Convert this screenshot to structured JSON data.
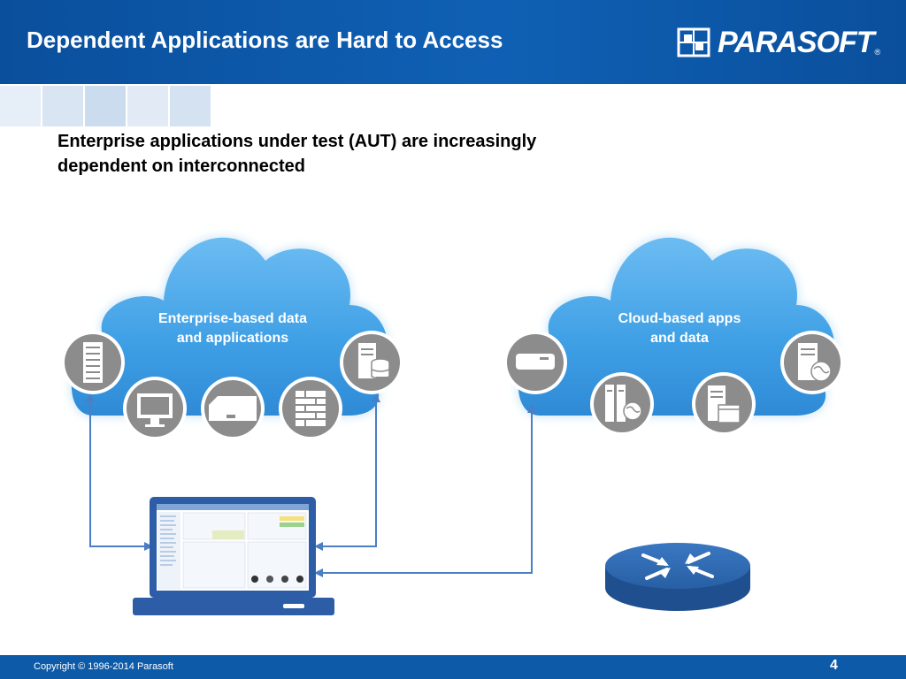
{
  "header": {
    "title": "Dependent Applications are Hard to Access"
  },
  "logo": {
    "text": "PARASOFT",
    "registered": "®"
  },
  "intro": {
    "text": "Enterprise applications under test (AUT) are increasingly dependent on interconnected"
  },
  "clouds": {
    "enterprise": {
      "label_line1": "Enterprise-based data",
      "label_line2": "and applications"
    },
    "cloud": {
      "label_line1": "Cloud-based apps",
      "label_line2": "and data"
    }
  },
  "icons": [
    "server-rack-icon",
    "monitor-icon",
    "network-appliance-icon",
    "firewall-icon",
    "database-server-icon",
    "mini-server-icon",
    "server-cluster-globe-icon",
    "app-server-icon",
    "web-server-icon",
    "router-icon",
    "laptop-icon"
  ],
  "colors": {
    "brand_blue": "#0f60b4",
    "cloud_blue": "#3d9ee6",
    "icon_gray": "#8c8c8c",
    "arrow_blue": "#4a7fc4"
  },
  "footer": {
    "copyright": "Copyright © 1996-2014 Parasoft",
    "page_number": "4"
  }
}
